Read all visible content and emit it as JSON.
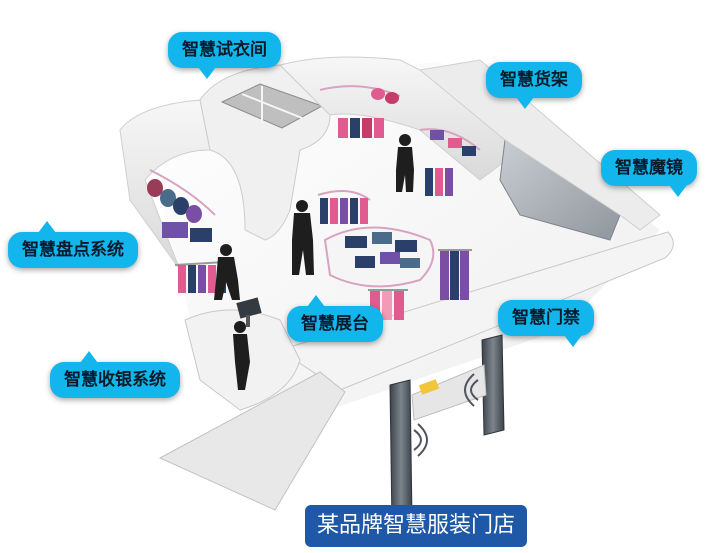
{
  "callouts": {
    "fitting_room": "智慧试衣间",
    "smart_shelf": "智慧货架",
    "magic_mirror": "智慧魔镜",
    "inventory": "智慧盘点系统",
    "display_table": "智慧展台",
    "access_gate": "智慧门禁",
    "cashier": "智慧收银系统"
  },
  "store_title": "某品牌智慧服装门店",
  "colors": {
    "callout_bg": "#12b6ec",
    "title_bg": "#1f58a6",
    "garment_pink": "#e05b8f",
    "garment_navy": "#2b3f6b",
    "garment_purple": "#7a4fa3",
    "gate_gray": "#4d545c"
  }
}
